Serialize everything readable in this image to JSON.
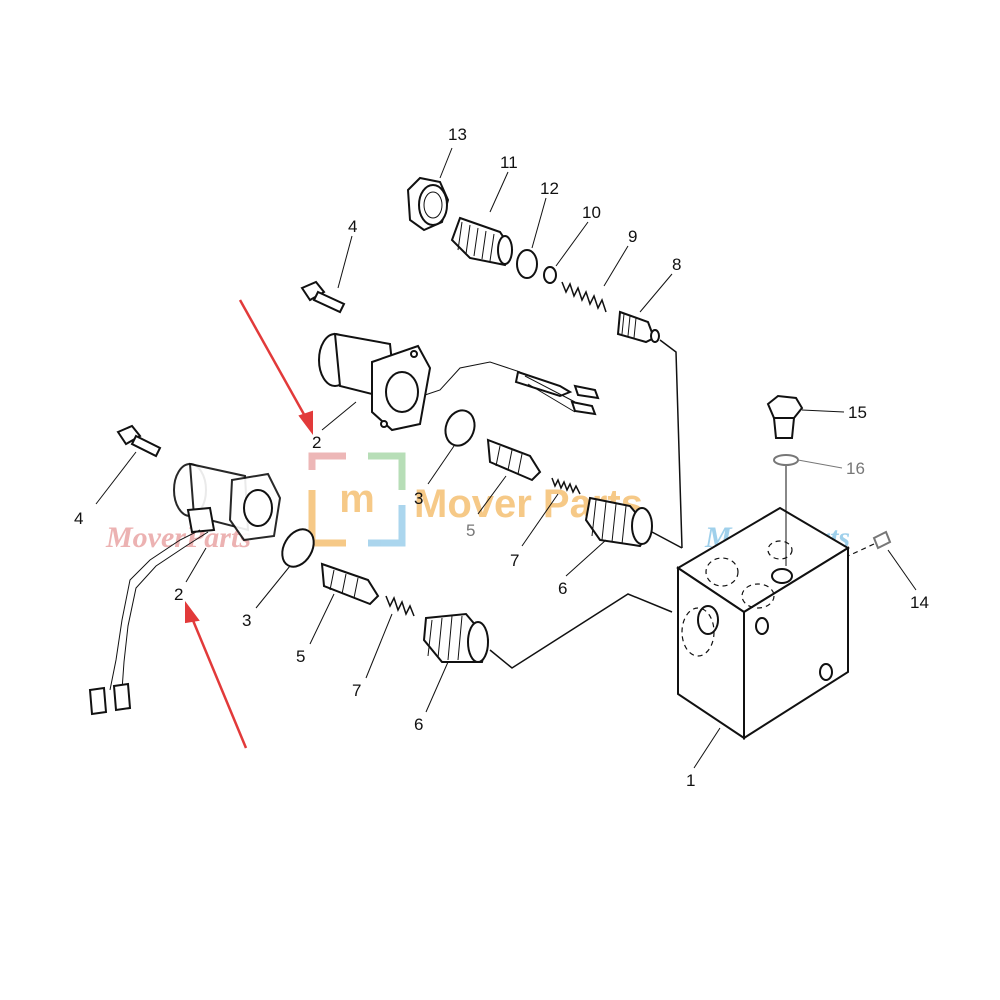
{
  "diagram": {
    "part_labels": [
      "13",
      "11",
      "12",
      "10",
      "9",
      "8",
      "4",
      "2",
      "3",
      "5",
      "7",
      "6",
      "15",
      "16",
      "14",
      "4",
      "2",
      "3",
      "5",
      "7",
      "6",
      "1"
    ],
    "watermarks": {
      "left": "MoverParts",
      "center": "Mover Parts",
      "right": "MoverParts",
      "logo_letter": "m"
    },
    "colors": {
      "ink": "#111111",
      "arrow": "#e23a3a",
      "wm_red": "#e8a0a0",
      "wm_orange": "#f3b860",
      "wm_blue": "#8fc8e8",
      "wm_green": "#9fd49f"
    }
  }
}
